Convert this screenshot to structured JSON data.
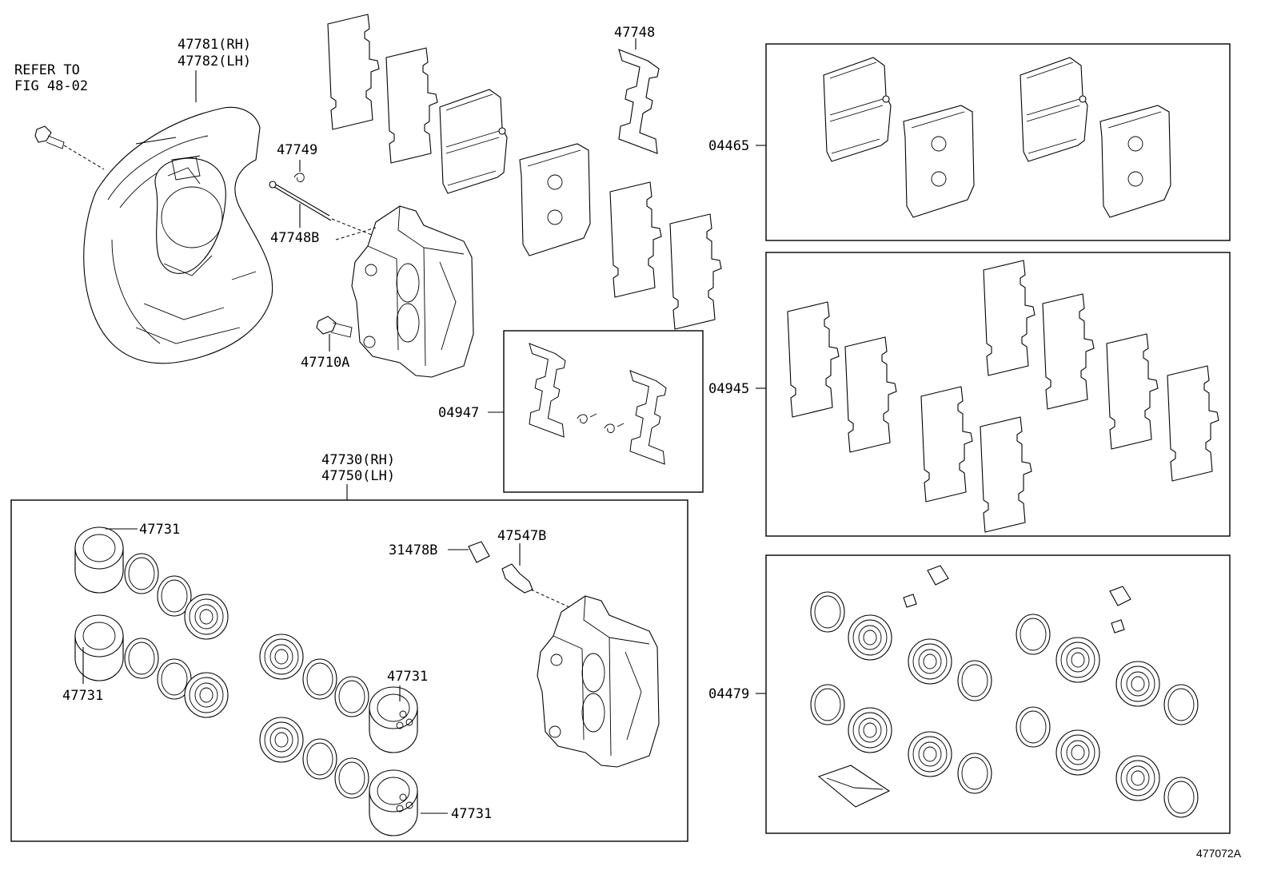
{
  "labels": {
    "refer_line1": "REFER TO",
    "refer_line2": "FIG 48-02",
    "cover_rh": "47781(RH)",
    "cover_lh": "47782(LH)",
    "clip_47749": "47749",
    "pin_47748b": "47748B",
    "bolt_47710a": "47710A",
    "spring_47748": "47748",
    "kit_04947": "04947",
    "kit_04465": "04465",
    "kit_04945": "04945",
    "kit_04479": "04479",
    "caliper_rh": "47730(RH)",
    "caliper_lh": "47750(LH)",
    "piston_a": "47731",
    "piston_b": "47731",
    "piston_c": "47731",
    "piston_d": "47731",
    "cap_31478b": "31478B",
    "bleeder_47547b": "47547B",
    "figure_code": "477072A"
  }
}
